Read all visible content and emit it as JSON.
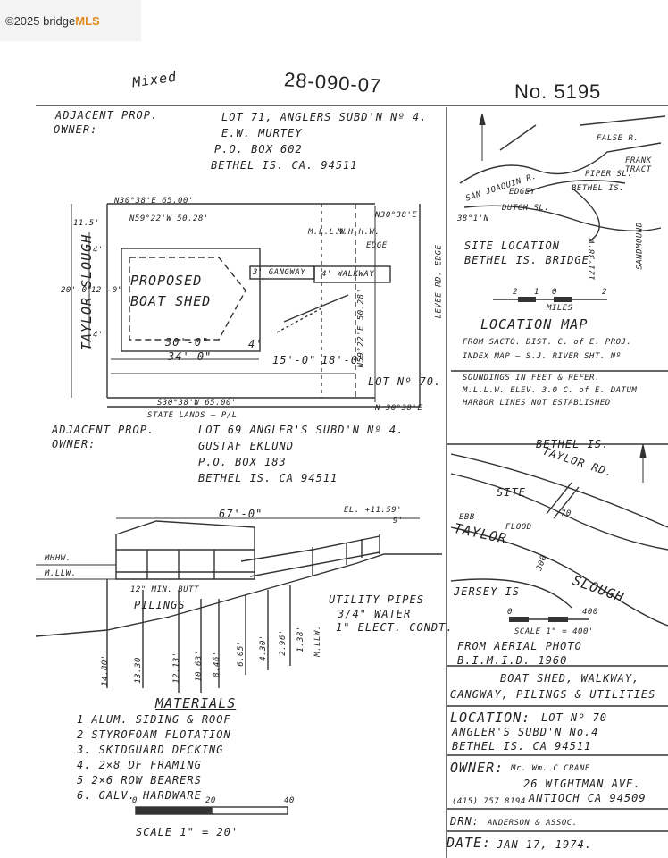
{
  "watermark": {
    "prefix": "©2025 bridge",
    "brand": "MLS"
  },
  "header": {
    "handwritten_id": "28-090-07",
    "scrawl": "Mixed",
    "permit_no": "No. 5195"
  },
  "adjacent_north": {
    "l1": "ADJACENT PROP.",
    "l2": "OWNER:",
    "lot": "LOT 71, ANGLERS SUBD'N Nº 4.",
    "name": "E.W. MURTEY",
    "po": "P.O. BOX 602",
    "city": "BETHEL IS. CA. 94511"
  },
  "site_plan": {
    "top_bearing": "N30°38'E 65.00'",
    "diag_bearing": "N59°22'W 50.28'",
    "slough": "TAYLOR SLOUGH",
    "dims_left": [
      "11.5'",
      "4'",
      "20'-0\"",
      "12'-0\"",
      "4'"
    ],
    "mllw": "M.L.L.W.",
    "mhhw": "M.H.H.W.",
    "edge": "EDGE",
    "right_bearing": "N30°38'E",
    "boat_shed": [
      "PROPOSED",
      "BOAT SHED"
    ],
    "gangway": "3' GANGWAY",
    "walkway": "4' WALKWAY",
    "dim_30": "30'-0\"",
    "dim_34": "34'-0\"",
    "dim_4": "4'",
    "dim_15": "15'-0\"",
    "dim_18": "18'-0\"",
    "dim_5028": "N59°22'E 50.28'",
    "levee": "LEVEE RD. EDGE",
    "lot70": "LOT Nº 70.",
    "bottom_bearing": "S30°38'W 65.00'",
    "bottom_right": "N 30°38'E",
    "state_lands": "STATE LANDS — P/L"
  },
  "adjacent_south": {
    "l1": "ADJACENT PROP.",
    "l2": "OWNER:",
    "lot": "LOT 69 ANGLER'S SUBD'N Nº 4.",
    "name": "GUSTAF EKLUND",
    "po": "P.O. BOX 183",
    "city": "BETHEL IS. CA 94511"
  },
  "section": {
    "width": "67'-0\"",
    "elev": "EL. +11.59'",
    "elev_small": "9'",
    "mhhw": "MHHW.",
    "mllw": "M.LLW.",
    "butt": "12\" MIN. BUTT",
    "pilings": "PILINGS",
    "utility": "UTILITY PIPES",
    "water": "3/4\" WATER",
    "elect": "1\" ELECT. CONDT.",
    "mllw_small": "M.LLW.",
    "soundings": [
      "14.80'",
      "13.30",
      "12.13'",
      "10.63'",
      "8.46'",
      "6.05'",
      "4.30'",
      "2.96'",
      "1.38'"
    ]
  },
  "materials": {
    "title": "MATERIALS",
    "items": [
      "1  ALUM. SIDING & ROOF",
      "2  STYROFOAM FLOTATION",
      "3. SKIDGUARD DECKING",
      "4. 2×8 DF FRAMING",
      "5  2×6 ROW BEARERS",
      "6. GALV. HARDWARE"
    ],
    "scale_ticks": [
      "0",
      "20",
      "40"
    ],
    "scale": "SCALE  1\" = 20'"
  },
  "location_map": {
    "places": [
      "SAN JOAQUIN R.",
      "FALSE R.",
      "FRANK TRACT",
      "PIPER SL.",
      "BETHEL IS.",
      "EDGEY",
      "DUTCH SL.",
      "38°1'N",
      "121°38'W",
      "SANDMOUND"
    ],
    "site": "SITE LOCATION",
    "site2": "BETHEL IS. BRIDGE",
    "scale_ticks": [
      "2",
      "1",
      "0",
      "2"
    ],
    "miles": "MILES",
    "title": "LOCATION MAP",
    "from": "FROM SACTO. DIST. C. of E. PROJ.",
    "index": "INDEX MAP — S.J. RIVER SHT. Nº",
    "soundings": "SOUNDINGS IN FEET & REFER.",
    "mllw": "M.L.L.W. ELEV. 3.0 C. of E. DATUM",
    "harbor": "HARBOR LINES NOT ESTABLISHED"
  },
  "vicinity_map": {
    "bethel": "BETHEL IS.",
    "road": "TAYLOR RD.",
    "site": "SITE",
    "ebb": "EBB",
    "flood": "FLOOD",
    "taylor": "TAYLOR",
    "slough": "SLOUGH",
    "dim_70": "70",
    "dim_300": "300",
    "jersey": "JERSEY IS",
    "scale_ticks": [
      "0",
      "400"
    ],
    "scale": "SCALE 1\" = 400'",
    "aerial": "FROM AERIAL PHOTO",
    "bimid": "B.I.M.I.D.    1960"
  },
  "title_block": {
    "desc1": "BOAT SHED, WALKWAY,",
    "desc2": "GANGWAY, PILINGS & UTILITIES",
    "loc_label": "LOCATION:",
    "loc1": "LOT Nº 70",
    "loc2": "ANGLER'S SUBD'N No.4",
    "loc3": "BETHEL IS. CA 94511",
    "owner_label": "OWNER:",
    "owner1": "Mr. Wm. C CRANE",
    "owner2": "26 WIGHTMAN AVE.",
    "owner3": "ANTIOCH CA 94509",
    "phone": "(415) 757 8194",
    "drn_label": "DRN:",
    "drn": "ANDERSON & ASSOC.",
    "date_label": "DATE:",
    "date": "JAN 17, 1974."
  }
}
